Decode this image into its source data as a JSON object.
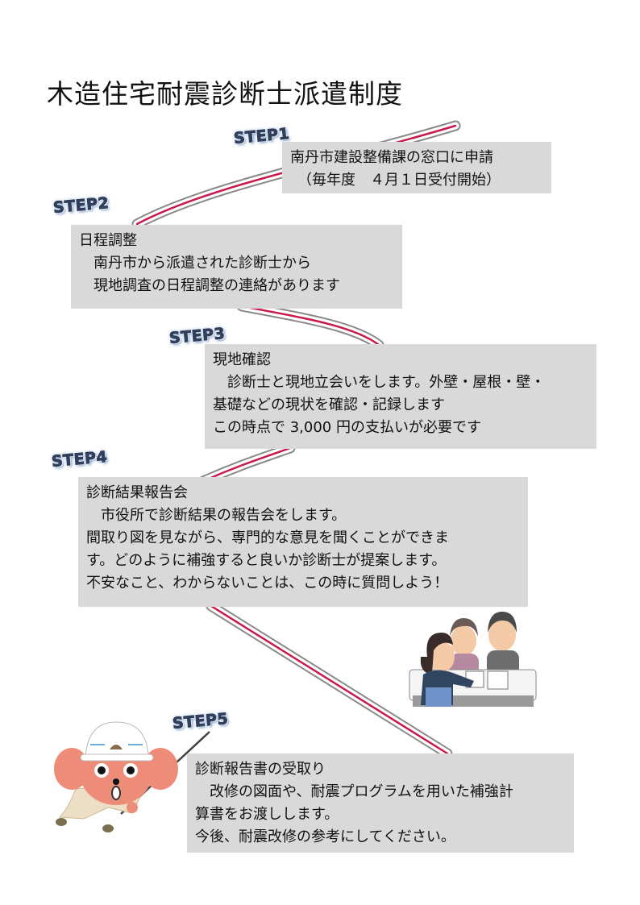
{
  "title": "木造住宅耐震診断士派遣制度",
  "colors": {
    "box_bg": "#d9d9d9",
    "path_red": "#c8194a",
    "path_gray": "#8a8a8a",
    "step_text": "#2f3f5c"
  },
  "steps": [
    {
      "label": "STEP1",
      "lines": [
        "南丹市建設整備課の窓口に申請",
        "　（毎年度　４月１日受付開始）"
      ]
    },
    {
      "label": "STEP2",
      "lines": [
        "日程調整",
        "　南丹市から派遣された診断士から",
        "　現地調査の日程調整の連絡があります"
      ]
    },
    {
      "label": "STEP3",
      "lines": [
        "現地確認",
        "　診断士と現地立会いをします。外壁・屋根・壁・",
        "基礎などの現状を確認・記録します",
        "この時点で 3,000 円の支払いが必要です"
      ]
    },
    {
      "label": "STEP4",
      "lines": [
        "診断結果報告会",
        "　市役所で診断結果の報告会をします。",
        "間取り図を見ながら、専門的な意見を聞くことができま",
        "す。どのように補強すると良いか診断士が提案します。",
        "不安なこと、わからないことは、この時に質問しよう！"
      ]
    },
    {
      "label": "STEP5",
      "lines": [
        "診断報告書の受取り",
        "　改修の図面や、耐震プログラムを用いた補強計",
        "算書をお渡しします。",
        "今後、耐震改修の参考にしてください。"
      ]
    }
  ],
  "illustrations": {
    "meeting": "consultation-meeting-illustration",
    "mascot": "mascot-with-pointer-illustration"
  }
}
